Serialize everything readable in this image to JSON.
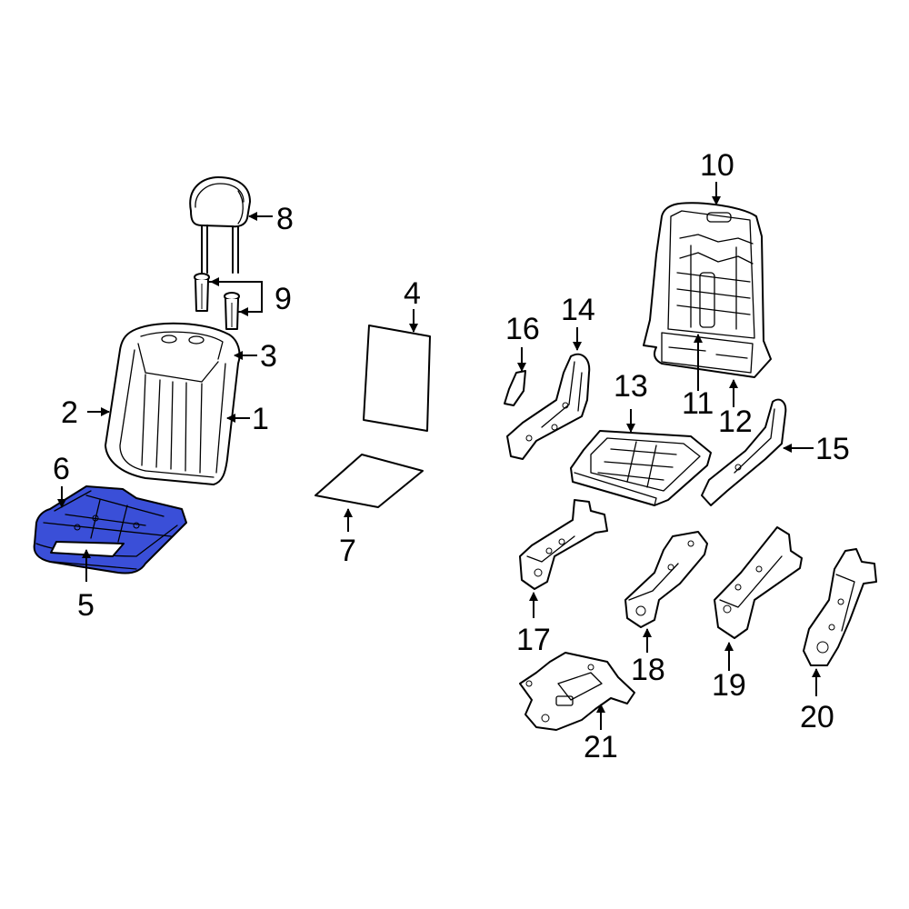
{
  "highlight_color": "#3a4fd8",
  "highlighted_parts": [
    "5",
    "6"
  ],
  "callouts": {
    "c1": "1",
    "c2": "2",
    "c3": "3",
    "c4": "4",
    "c5": "5",
    "c6": "6",
    "c7": "7",
    "c8": "8",
    "c9": "9",
    "c10": "10",
    "c11": "11",
    "c12": "12",
    "c13": "13",
    "c14": "14",
    "c15": "15",
    "c16": "16",
    "c17": "17",
    "c18": "18",
    "c19": "19",
    "c20": "20",
    "c21": "21"
  }
}
